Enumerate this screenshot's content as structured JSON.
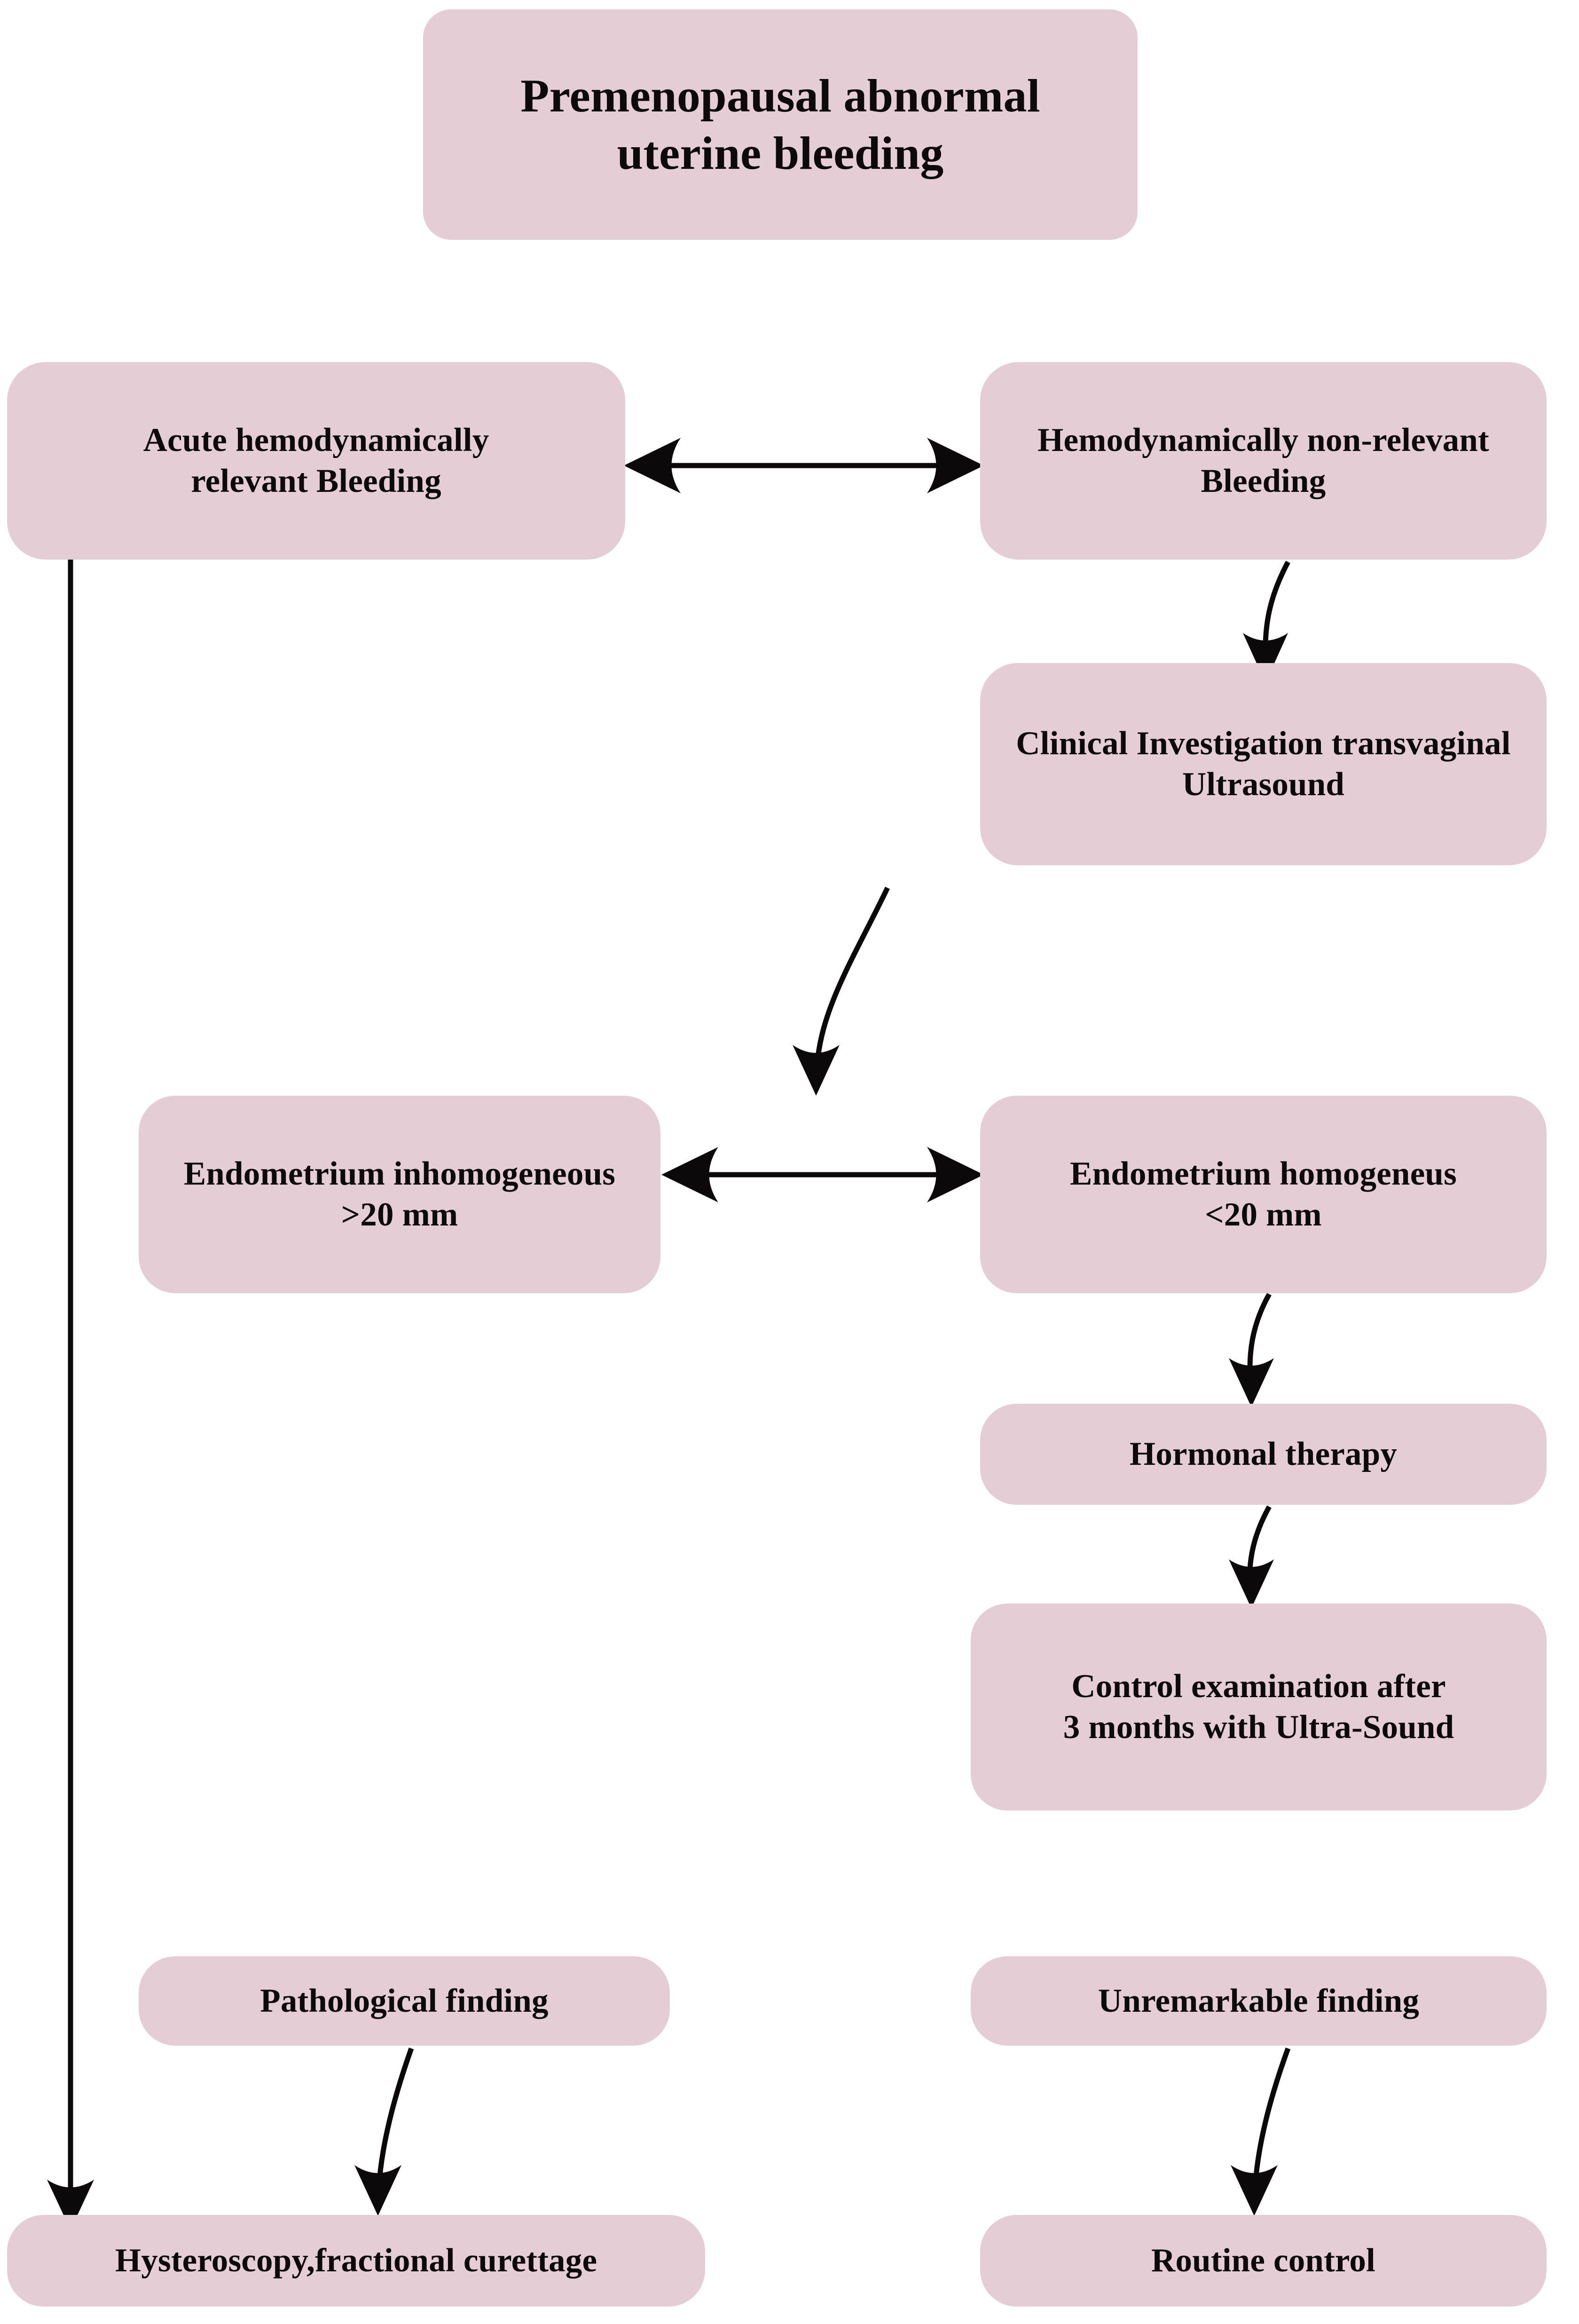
{
  "diagram": {
    "title": "Premenopausal abnormal uterine bleeding",
    "palette": {
      "node_fill": "#e5cdd6",
      "node_text": "#0d0a0b",
      "connector": "#0b0909",
      "background": "#ffffff"
    },
    "nodes": [
      {
        "id": "title",
        "label": "Premenopausal abnormal\nuterine bleeding"
      },
      {
        "id": "acute",
        "label": "Acute hemodynamically\nrelevant Bleeding"
      },
      {
        "id": "nonrelevant",
        "label": "Hemodynamically non-relevant\nBleeding"
      },
      {
        "id": "clinical",
        "label": "Clinical Investigation transvaginal\nUltrasound"
      },
      {
        "id": "inhomo",
        "label": "Endometrium inhomogeneous\n>20 mm"
      },
      {
        "id": "homo",
        "label": "Endometrium homogeneus\n<20 mm"
      },
      {
        "id": "hormonal",
        "label": "Hormonal therapy"
      },
      {
        "id": "control",
        "label": "Control examination after\n3 months with Ultra-Sound"
      },
      {
        "id": "patho",
        "label": "Pathological finding"
      },
      {
        "id": "unremark",
        "label": "Unremarkable finding"
      },
      {
        "id": "hystero",
        "label": "Hysteroscopy,fractional curettage"
      },
      {
        "id": "routine",
        "label": "Routine control"
      }
    ],
    "edges": [
      {
        "from": "acute",
        "to": "nonrelevant",
        "type": "bidirectional-straight"
      },
      {
        "from": "nonrelevant",
        "to": "clinical",
        "type": "curved-arrow"
      },
      {
        "from": "clinical",
        "to": "inhomo",
        "type": "curved-arrow"
      },
      {
        "from": "inhomo",
        "to": "homo",
        "type": "bidirectional-straight"
      },
      {
        "from": "homo",
        "to": "hormonal",
        "type": "curved-arrow"
      },
      {
        "from": "hormonal",
        "to": "control",
        "type": "curved-arrow"
      },
      {
        "from": "acute",
        "to": "hystero",
        "type": "straight-arrow"
      },
      {
        "from": "patho",
        "to": "hystero",
        "type": "curved-arrow"
      },
      {
        "from": "unremark",
        "to": "routine",
        "type": "curved-arrow"
      }
    ]
  }
}
